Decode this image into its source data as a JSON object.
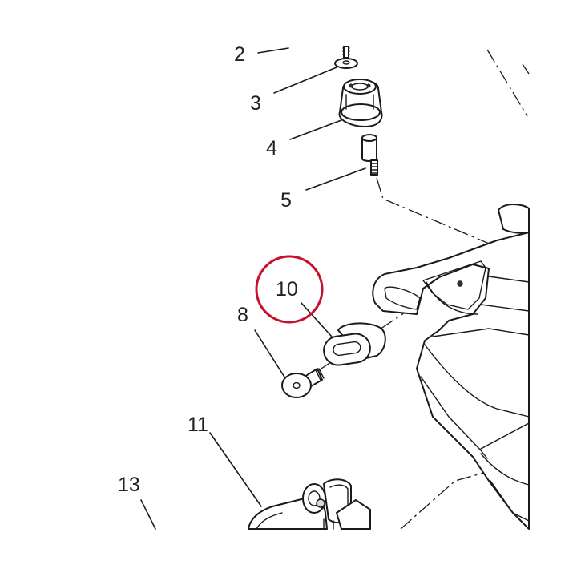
{
  "diagram": {
    "highlight_color": "#c8102e",
    "line_color": "#1a1a1a",
    "callouts": {
      "c2": "2",
      "c3": "3",
      "c4": "4",
      "c5": "5",
      "c8": "8",
      "c10": "10",
      "c11": "11",
      "c13": "13"
    }
  }
}
